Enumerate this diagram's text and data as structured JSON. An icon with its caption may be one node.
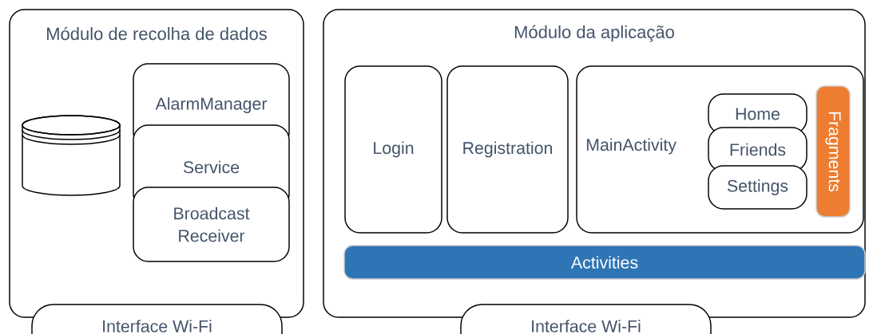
{
  "diagram": {
    "nodes": [
      {
        "text": [
          "Módulo de recolha de dados"
        ]
      },
      {
        "text": [],
        "shape": "cylinder",
        "in": 0
      },
      {
        "text": [
          "AlarmManager"
        ],
        "in": 0
      },
      {
        "text": [
          "Service"
        ],
        "in": 0
      },
      {
        "text": [
          "Broadcast Receiver"
        ],
        "in": 0
      },
      {
        "text": [
          "Interface Wi-Fi"
        ]
      },
      {
        "text": [
          "Módulo da aplicação"
        ]
      },
      {
        "text": [
          "Login"
        ],
        "in": 6
      },
      {
        "text": [
          "Registration"
        ],
        "in": 6
      },
      {
        "text": [
          "MainActivity"
        ],
        "in": 6
      },
      {
        "text": [
          "Home"
        ],
        "in": 9
      },
      {
        "text": [
          "Friends"
        ],
        "in": 9
      },
      {
        "text": [
          "Settings"
        ],
        "in": 9
      },
      {
        "text": [
          "Fragments"
        ],
        "in": 9
      },
      {
        "text": [
          "Activities"
        ],
        "in": 6
      },
      {
        "text": [
          "Interface Wi-Fi"
        ]
      }
    ]
  }
}
